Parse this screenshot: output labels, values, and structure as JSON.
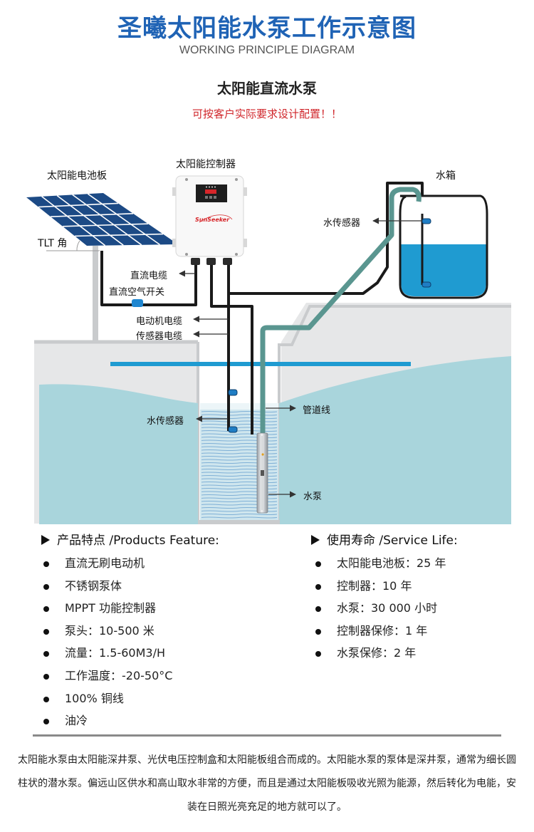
{
  "header": {
    "title": "圣曦太阳能水泵工作示意图",
    "subtitle_en": "WORKING PRINCIPLE DIAGRAM",
    "heading": "太阳能直流水泵",
    "note": "可按客户实际要求设计配置！！"
  },
  "diagram": {
    "labels": {
      "solar_panel": "太阳能电池板",
      "controller": "太阳能控制器",
      "tilt_angle": "TLT 角",
      "dc_cable": "直流电缆",
      "dc_breaker": "直流空气开关",
      "motor_cable": "电动机电缆",
      "sensor_cable": "传感器电缆",
      "water_tank": "水箱",
      "tank_sensor": "水传感器",
      "well_sensor": "水传感器",
      "pipeline": "管道线",
      "pump": "水泵"
    },
    "controller_brand": "SunSeeker",
    "colors": {
      "panel": "#1c4a85",
      "water": "#a9d5dc",
      "tank_water": "#1f9bd1",
      "pipe": "#5a9690",
      "ground": "#e8e9ea",
      "cable": "#1a1a1a"
    }
  },
  "features": {
    "heading": "产品特点 /Products Feature:",
    "items": [
      "直流无刷电动机",
      "不锈钢泵体",
      "MPPT 功能控制器",
      "泵头：10-500 米",
      "流量：1.5-60M3/H",
      "工作温度：-20-50°C",
      "100% 铜线",
      "油冷"
    ]
  },
  "service_life": {
    "heading": "使用寿命 /Service Life:",
    "items": [
      "太阳能电池板：25 年",
      "控制器：10 年",
      "水泵：30 000 小时",
      "控制器保修：1 年",
      "水泵保修：2 年"
    ]
  },
  "description": "太阳能水泵由太阳能深井泵、光伏电压控制盒和太阳能板组合而成的。太阳能水泵的泵体是深井泵，通常为细长圆柱状的潜水泵。偏远山区供水和高山取水非常的方便，而且是通过太阳能板吸收光照为能源，然后转化为电能，安装在日照光亮充足的地方就可以了。"
}
